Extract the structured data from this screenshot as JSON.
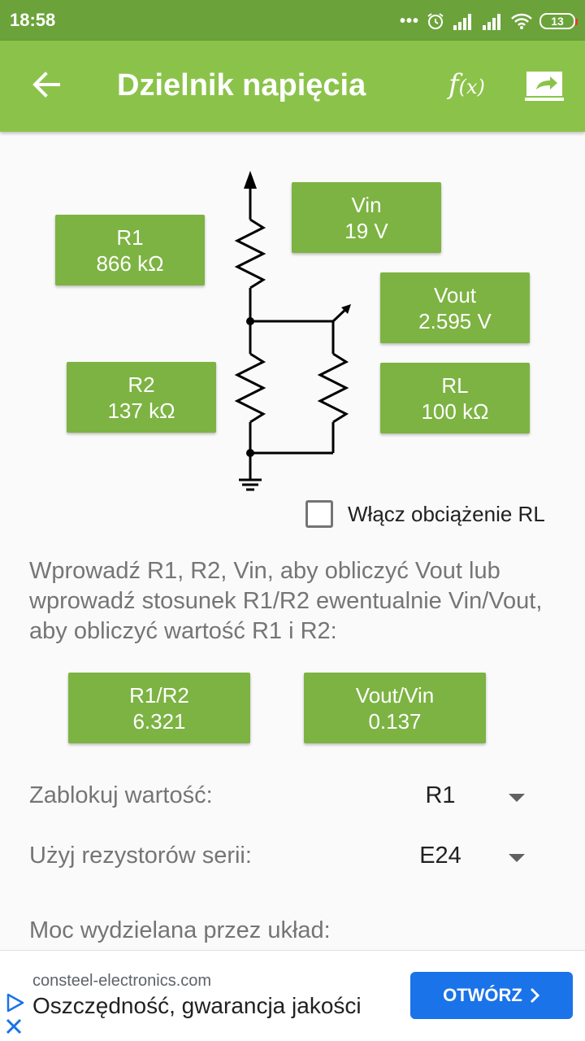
{
  "status": {
    "time": "18:58",
    "battery": "13"
  },
  "appbar": {
    "title": "Dzielnik napięcia",
    "fx_label": "f",
    "fx_arg": "(x)"
  },
  "boxes": {
    "r1": {
      "label": "R1",
      "value": "866 kΩ"
    },
    "r2": {
      "label": "R2",
      "value": "137 kΩ"
    },
    "vin": {
      "label": "Vin",
      "value": "19 V"
    },
    "vout": {
      "label": "Vout",
      "value": "2.595 V"
    },
    "rl": {
      "label": "RL",
      "value": "100 kΩ"
    }
  },
  "load_checkbox": {
    "label": "Włącz obciążenie RL",
    "checked": false
  },
  "info_text": "Wprowadź R1, R2, Vin, aby obliczyć Vout lub wprowadź stosunek R1/R2 ewentualnie Vin/Vout, aby obliczyć wartość R1 i R2:",
  "ratios": {
    "r1r2": {
      "label": "R1/R2",
      "value": "6.321"
    },
    "voutvin": {
      "label": "Vout/Vin",
      "value": "0.137"
    }
  },
  "lock_value": {
    "label": "Zablokuj wartość:",
    "selected": "R1"
  },
  "series": {
    "label": "Użyj rezystorów serii:",
    "selected": "E24"
  },
  "power_label": "Moc wydzielana przez układ:",
  "ad": {
    "domain": "consteel-electronics.com",
    "headline": "Oszczędność, gwarancja jakości",
    "cta": "OTWÓRZ"
  },
  "colors": {
    "statusbar": "#6ba33a",
    "appbar": "#8bc34a",
    "box": "#7cb342",
    "ad_button": "#1a73e8"
  },
  "icons": [
    "back-arrow-icon",
    "function-icon",
    "share-icon",
    "alarm-icon",
    "signal-icon",
    "wifi-icon",
    "battery-icon",
    "ad-choices-icon",
    "close-icon"
  ]
}
